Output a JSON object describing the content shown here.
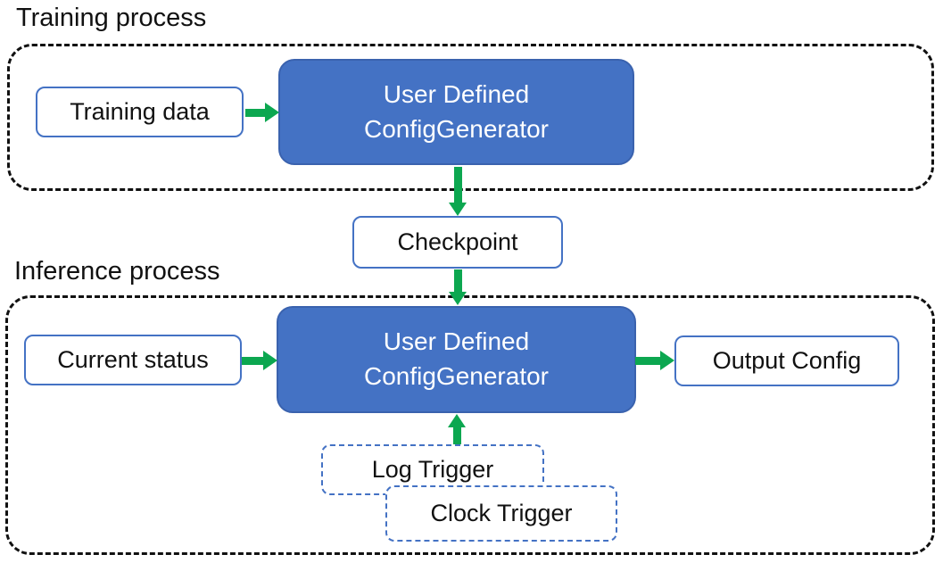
{
  "training": {
    "label": "Training process",
    "input_box": "Training data",
    "generator_box": "User Defined\nConfigGenerator"
  },
  "checkpoint": {
    "label": "Checkpoint"
  },
  "inference": {
    "label": "Inference process",
    "input_box": "Current status",
    "generator_box": "User Defined\nConfigGenerator",
    "output_box": "Output Config",
    "log_trigger": "Log Trigger",
    "clock_trigger": "Clock Trigger"
  },
  "colors": {
    "generator_fill": "#4472C4",
    "generator_border": "#3A62AE",
    "box_border": "#4472C4",
    "trigger_border_dashed": "#4472C4",
    "arrow_green": "#0CA750",
    "container_dash": "#111111",
    "generator_text": "#ffffff",
    "text": "#111111"
  }
}
